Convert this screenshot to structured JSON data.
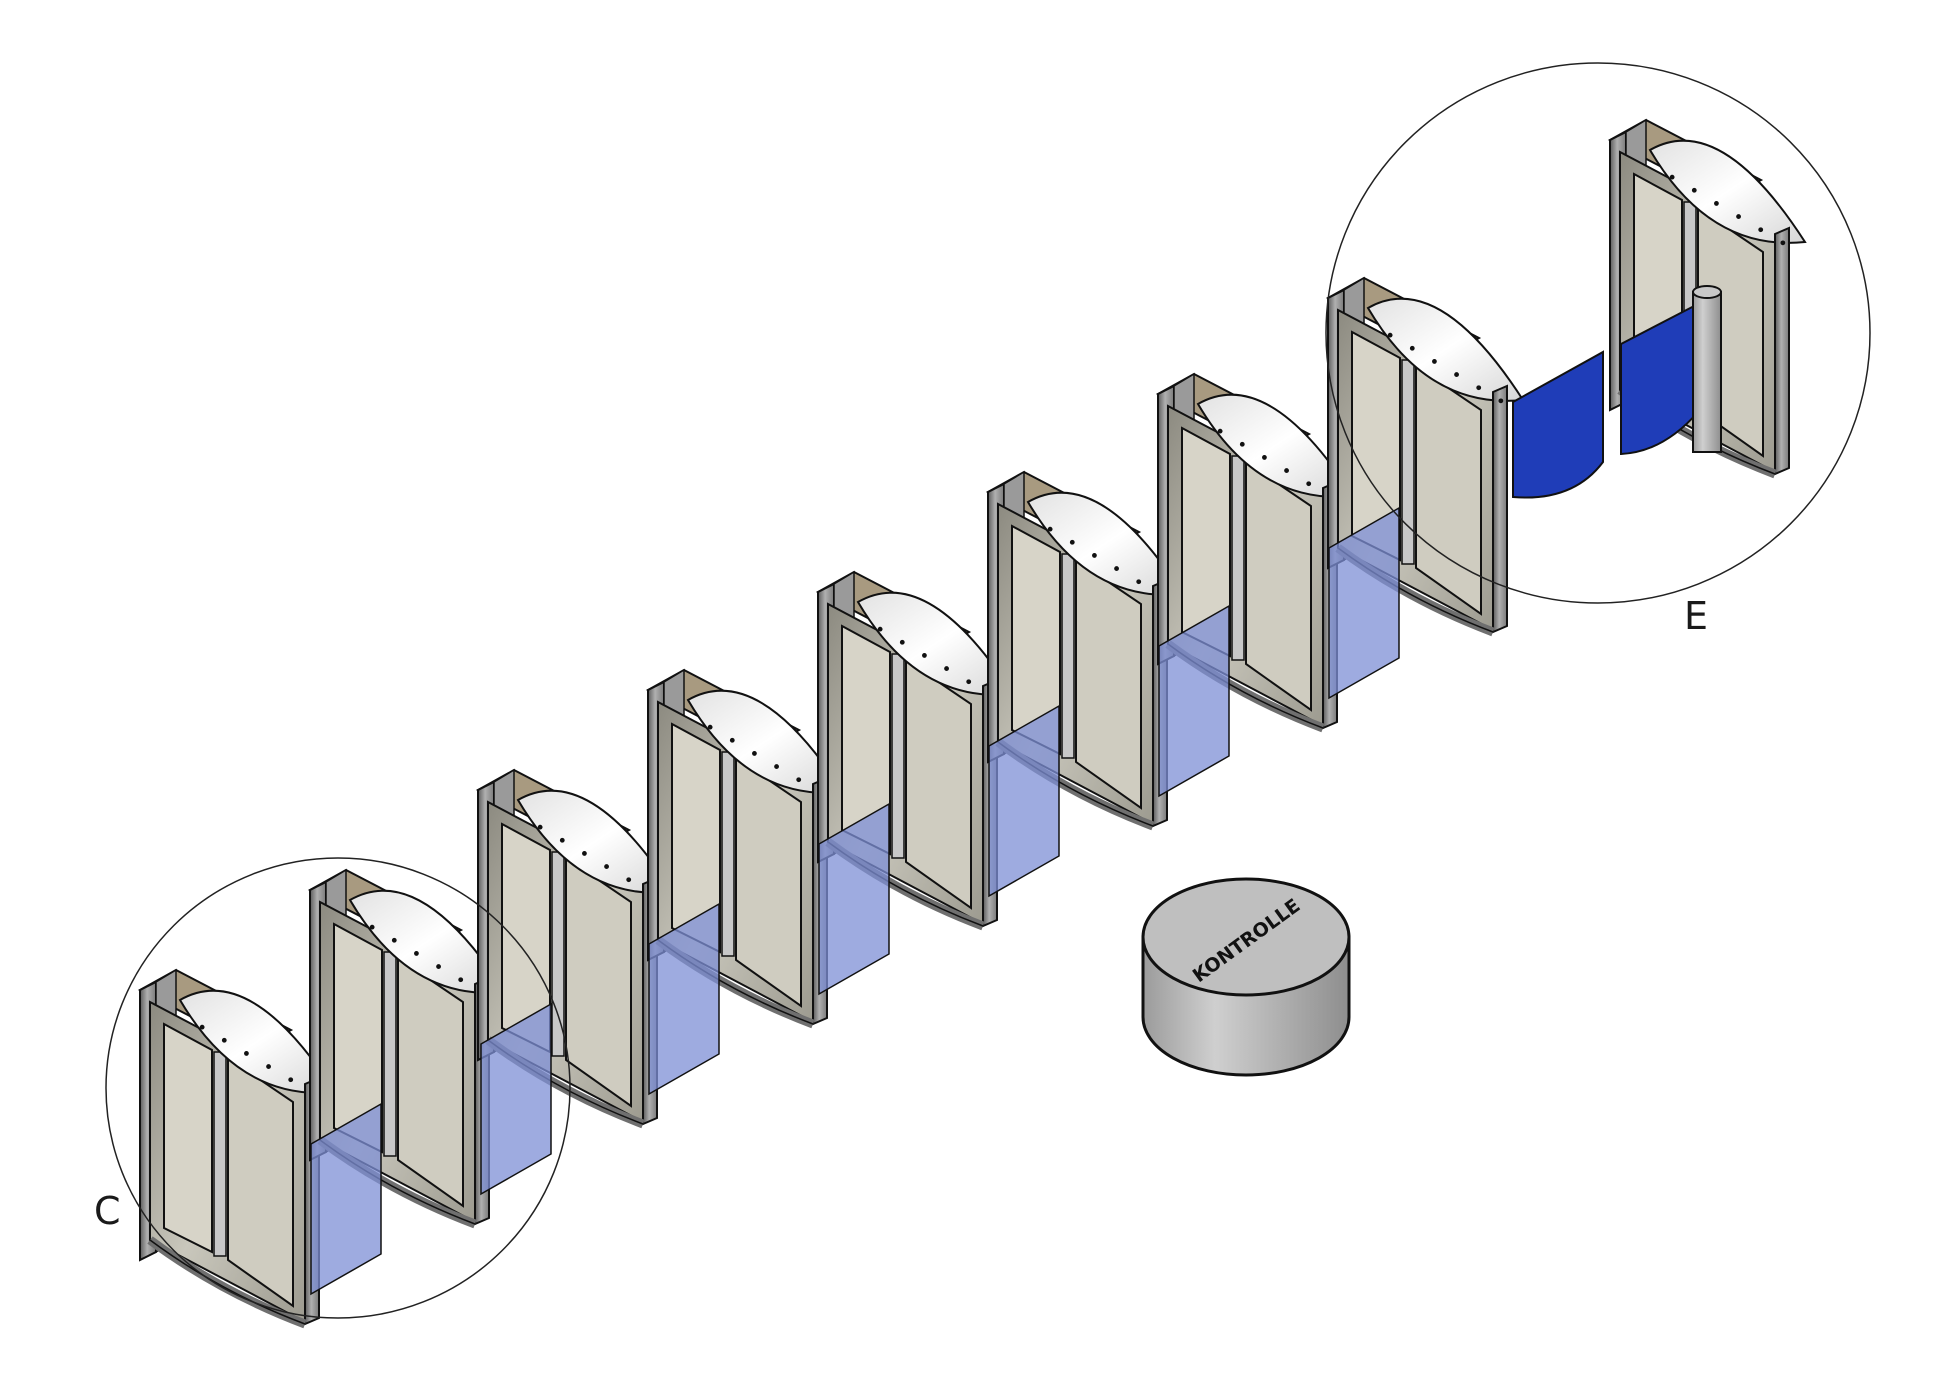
{
  "diagram": {
    "callouts": [
      {
        "id": "c",
        "label": "C"
      },
      {
        "id": "e",
        "label": "E"
      }
    ],
    "pedestal_label": "KONTROLLE",
    "colors": {
      "frame_dark": "#6f6f6f",
      "frame_mid": "#9a9a9a",
      "frame_light": "#c8c8c8",
      "panel_glass": "#b9b6a8",
      "top_cover": "#ffffff",
      "glass_wing": "#7d8fd6",
      "solid_wing": "#1f3db8",
      "endcap_tan": "#a89a80",
      "pedestal": "#a9a9a9",
      "pedestal_top": "#bfbfbf",
      "outline": "#111111"
    }
  }
}
